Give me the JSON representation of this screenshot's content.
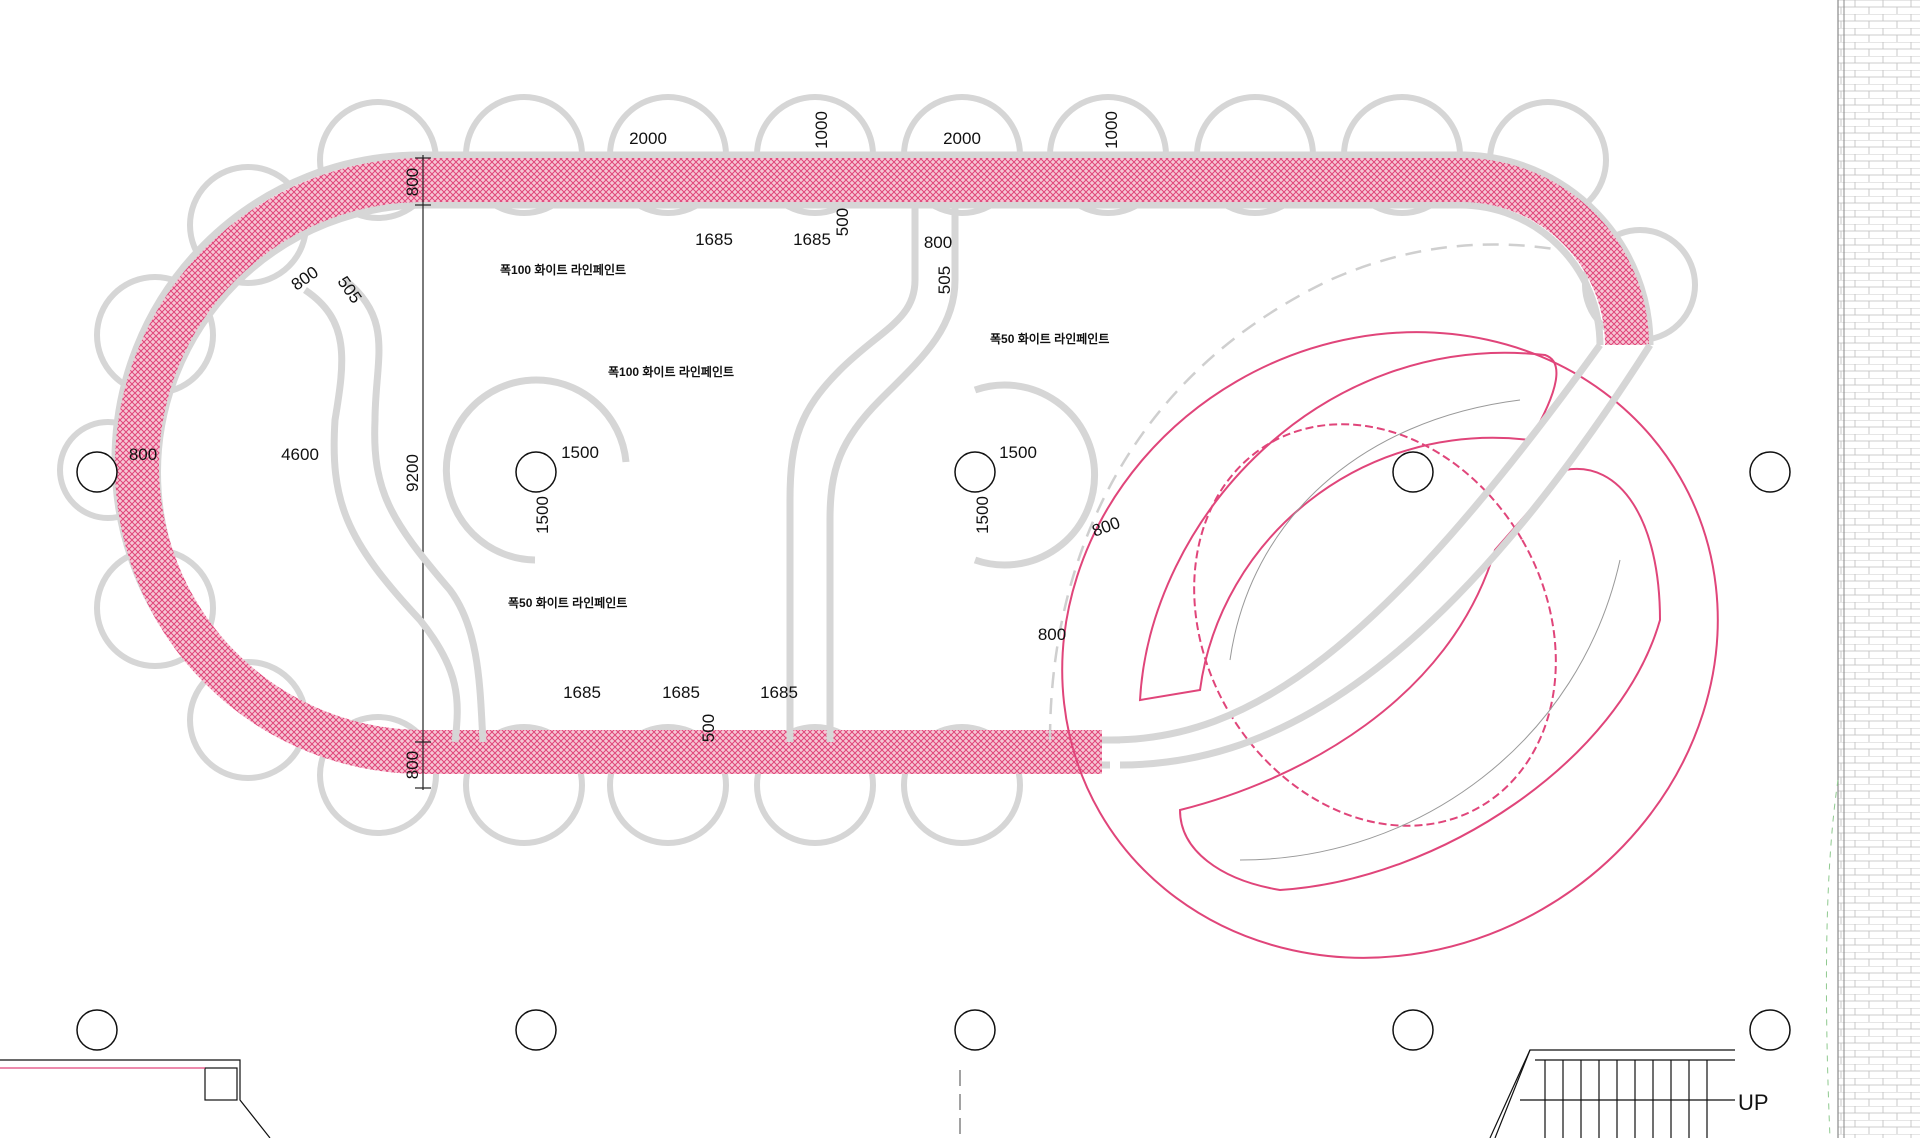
{
  "colors": {
    "track": "#d6d6d6",
    "accent": "#e0457a",
    "hatch": "#e87a9a",
    "line": "#222222",
    "guide": "#8fc98f"
  },
  "dimensions": {
    "tree_gap_1": "2000",
    "tree_gap_2": "2000",
    "tree_depth_1": "1000",
    "tree_depth_2": "1000",
    "top_band_width": "800",
    "bottom_band_width": "800",
    "total_height": "9200",
    "left_band_width": "800",
    "left_span": "4600",
    "curve_band": "800",
    "curve_offset": "505",
    "top_seg_1": "1685",
    "top_seg_2": "1685",
    "top_tick": "500",
    "neck_width": "800",
    "neck_offset": "505",
    "bottom_seg_1": "1685",
    "bottom_seg_2": "1685",
    "bottom_seg_3": "1685",
    "bottom_tick": "500",
    "circle1_radius": "1500",
    "circle1_radius_v": "1500",
    "circle2_radius": "1500",
    "circle2_radius_v": "1500",
    "dash_path_width_1": "800",
    "dash_path_width_2": "800"
  },
  "notes": {
    "line_100_top": "폭100 화이트 라인페인트",
    "line_100_mid": "폭100 화이트 라인페인트",
    "line_50_left": "폭50 화이트 라인페인트",
    "line_50_right": "폭50 화이트 라인페인트"
  },
  "stair": {
    "label": "UP"
  }
}
